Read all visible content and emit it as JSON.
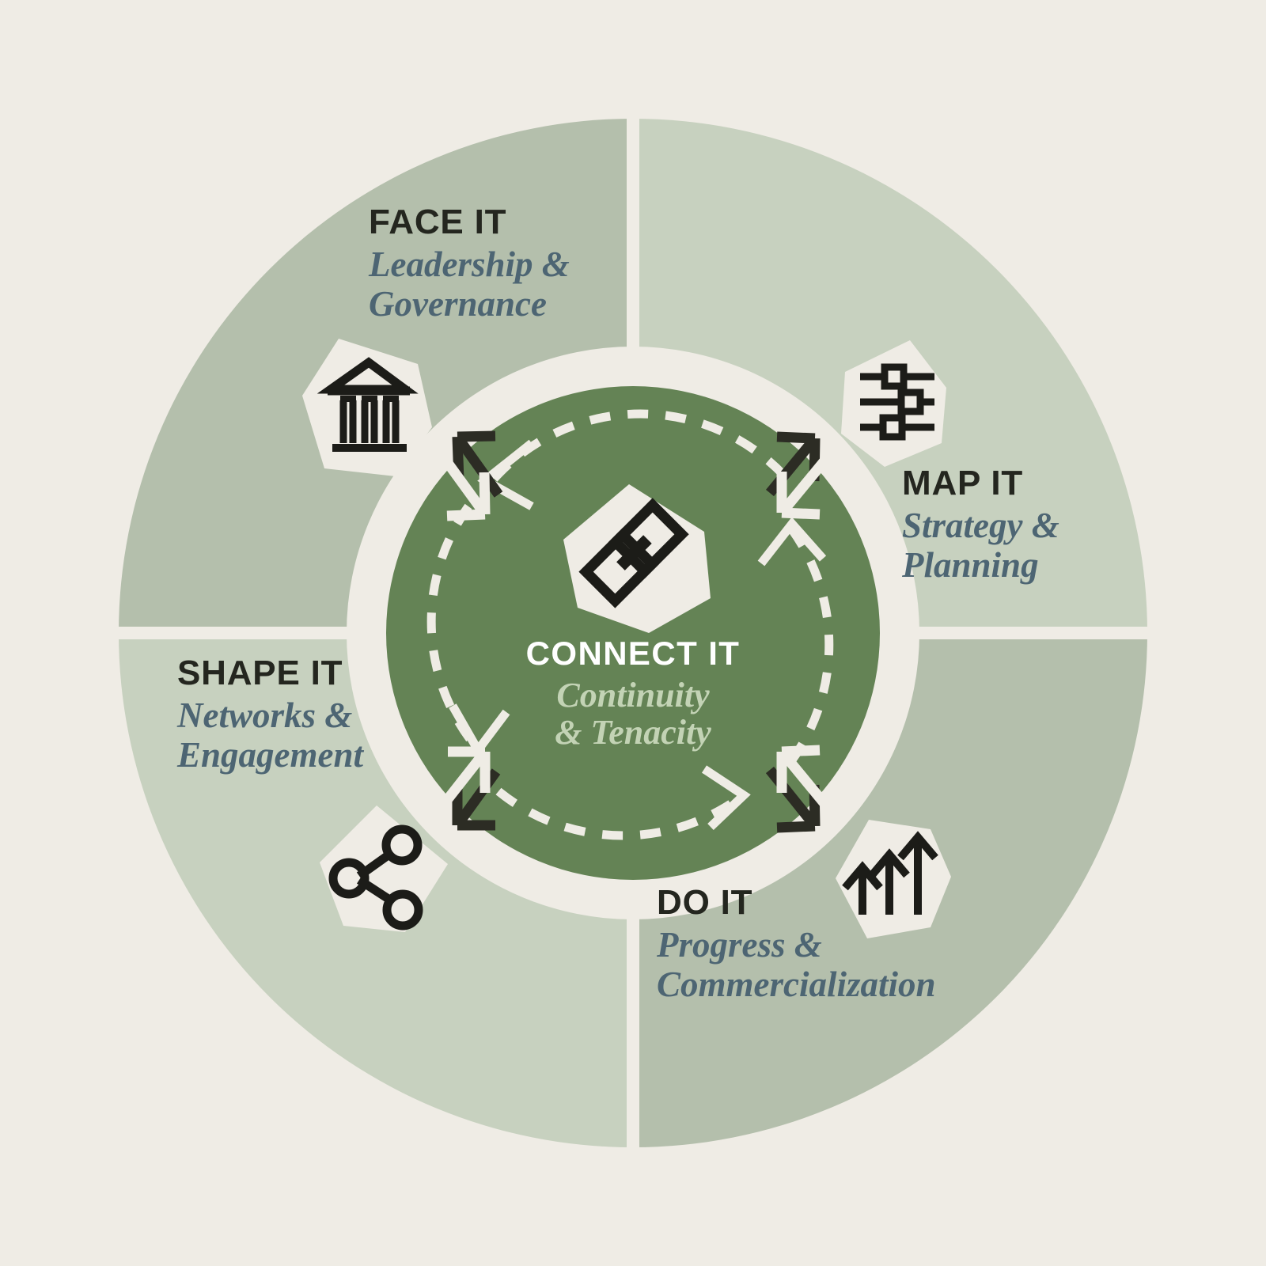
{
  "diagram": {
    "title": "Connect It framework wheel",
    "background_color": "#efece5",
    "colors": {
      "background": "#efece5",
      "quadrant_dark": "#b4bfac",
      "quadrant_light": "#c7d1bf",
      "center_green": "#648355",
      "title_text": "#24261f",
      "subtitle_text": "#4d6573",
      "center_title_text": "#ffffff",
      "center_subtitle_text": "#c3d3b5",
      "icon_stroke": "#24261f",
      "icon_badge": "#efece5"
    }
  },
  "center": {
    "title": "CONNECT IT",
    "subtitle_line1": "Continuity",
    "subtitle_line2": "& Tenacity",
    "icon": "chain-link-icon"
  },
  "quadrants": [
    {
      "id": "face-it",
      "position": "top-left",
      "title": "FACE IT",
      "subtitle_line1": "Leadership &",
      "subtitle_line2": "Governance",
      "icon": "bank-building-icon",
      "fill": "#b4bfac"
    },
    {
      "id": "map-it",
      "position": "top-right",
      "title": "MAP IT",
      "subtitle_line1": "Strategy &",
      "subtitle_line2": "Planning",
      "icon": "sliders-icon",
      "fill": "#c7d1bf"
    },
    {
      "id": "shape-it",
      "position": "bottom-left",
      "title": "SHAPE IT",
      "subtitle_line1": "Networks &",
      "subtitle_line2": "Engagement",
      "icon": "network-share-icon",
      "fill": "#c7d1bf"
    },
    {
      "id": "do-it",
      "position": "bottom-right",
      "title": "DO IT",
      "subtitle_line1": "Progress &",
      "subtitle_line2": "Commercialization",
      "icon": "growth-arrows-icon",
      "fill": "#b4bfac"
    }
  ],
  "connectors": {
    "exchange_arrows_count": 4,
    "description": "two-way diagonal arrows between centre and each quadrant",
    "cycle_arrows": "dashed circular arrows inside the centre circle"
  }
}
